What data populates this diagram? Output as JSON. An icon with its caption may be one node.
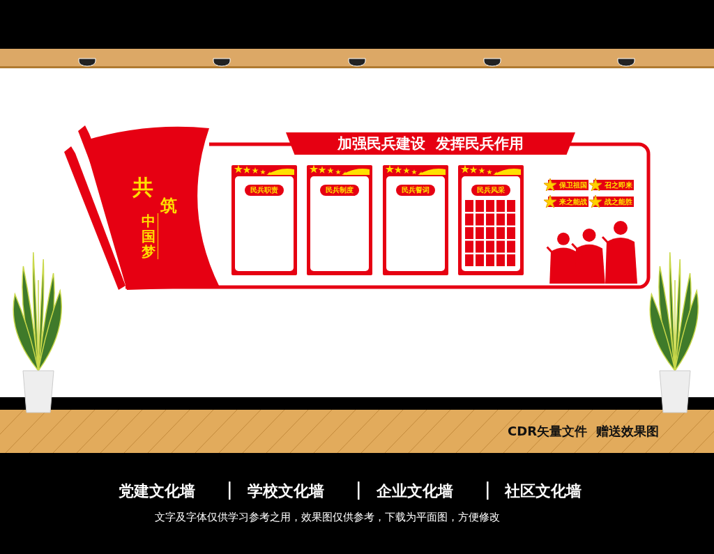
{
  "diagram": {
    "nodes": [
      {
        "text": [
          "共",
          "筑",
          "中国梦"
        ]
      },
      {
        "text": [
          "加强民兵建设  发挥民兵作用"
        ]
      },
      {
        "text": [
          "民兵职责"
        ]
      },
      {
        "text": [
          "民兵制度"
        ]
      },
      {
        "text": [
          "民兵誓词"
        ]
      },
      {
        "text": [
          "民兵风采"
        ]
      },
      {
        "text": [
          "保卫祖国"
        ]
      },
      {
        "text": [
          "召之即来"
        ]
      },
      {
        "text": [
          "来之能战"
        ]
      },
      {
        "text": [
          "战之能胜"
        ]
      }
    ],
    "labels": [
      "CDR矢量文件  赠送效果图",
      "党建文化墙",
      "学校文化墙",
      "企业文化墙",
      "社区文化墙",
      "文字及字体仅供学习参考之用，效果图仅供参考，下载为平面图，方便修改"
    ]
  }
}
